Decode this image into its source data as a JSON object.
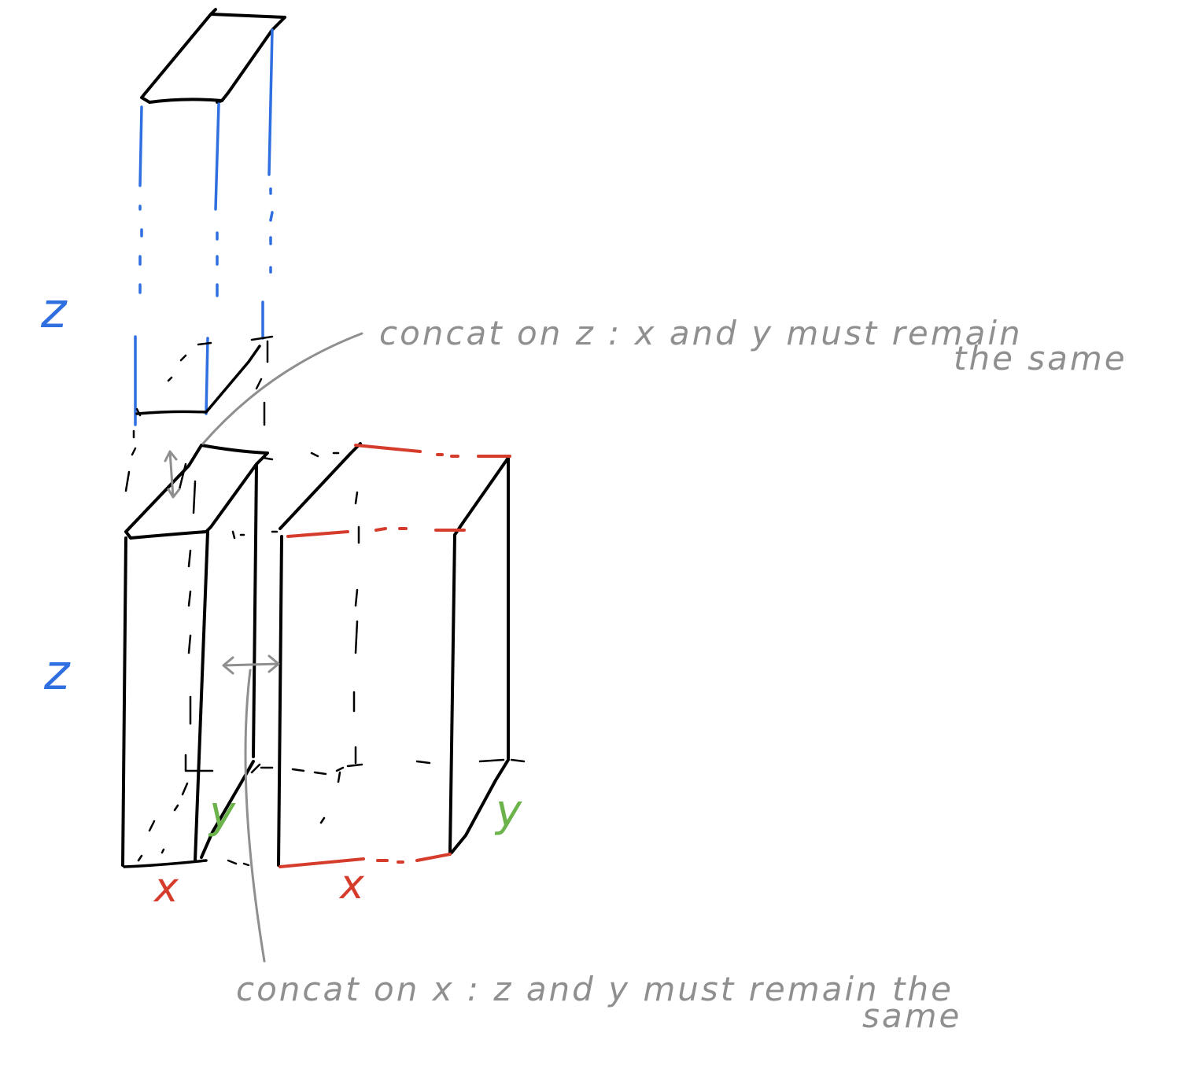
{
  "labels": {
    "z_top": "z",
    "z_bottom": "z",
    "x_left": "x",
    "x_right": "x",
    "y_left": "y",
    "y_right": "y"
  },
  "annotations": {
    "concat_z_line1": "concat on z : x and y must remain",
    "concat_z_line2": "the same",
    "concat_x_line1": "concat on x : z and y must remain the",
    "concat_x_line2": "same"
  },
  "colors": {
    "z_axis": "#2f6fe0",
    "x_axis": "#d63c2c",
    "y_axis": "#6bb34a",
    "annotation": "#8f8f8f",
    "outline": "#000000"
  }
}
